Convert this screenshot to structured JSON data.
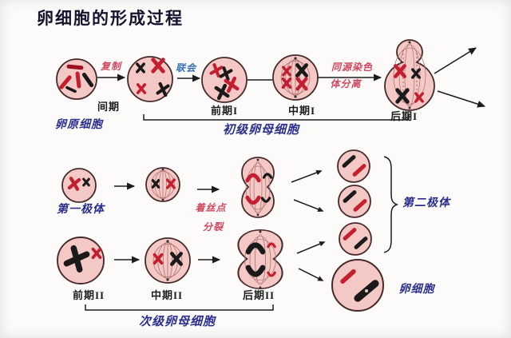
{
  "title": "卵细胞的形成过程",
  "colors": {
    "cell_fill": "#f4c9c5",
    "cell_stroke": "#47292b",
    "chromosome_red": "#c41f30",
    "chromosome_black": "#1a1a1a",
    "label_blue": "#2b2f8e",
    "label_red": "#d0465c",
    "label_synapsis_blue": "#3b6fb5",
    "spindle": "#b57878"
  },
  "labels": {
    "oogonium": "卵原细胞",
    "interphase": "间期",
    "replication": "复制",
    "synapsis": "联会",
    "prophase1": "前期I",
    "metaphase1": "中期I",
    "anaphase1": "后期I",
    "homologous_separation_line1": "同源染色",
    "homologous_separation_line2": "体分离",
    "primary_oocyte": "初级卵母细胞",
    "first_polar_body": "第一极体",
    "centromere_split_line1": "着丝点",
    "centromere_split_line2": "分裂",
    "second_polar_body": "第二极体",
    "egg_cell": "卵细胞",
    "prophase2": "前期II",
    "metaphase2": "中期II",
    "anaphase2": "后期II",
    "secondary_oocyte": "次级卵母细胞"
  }
}
